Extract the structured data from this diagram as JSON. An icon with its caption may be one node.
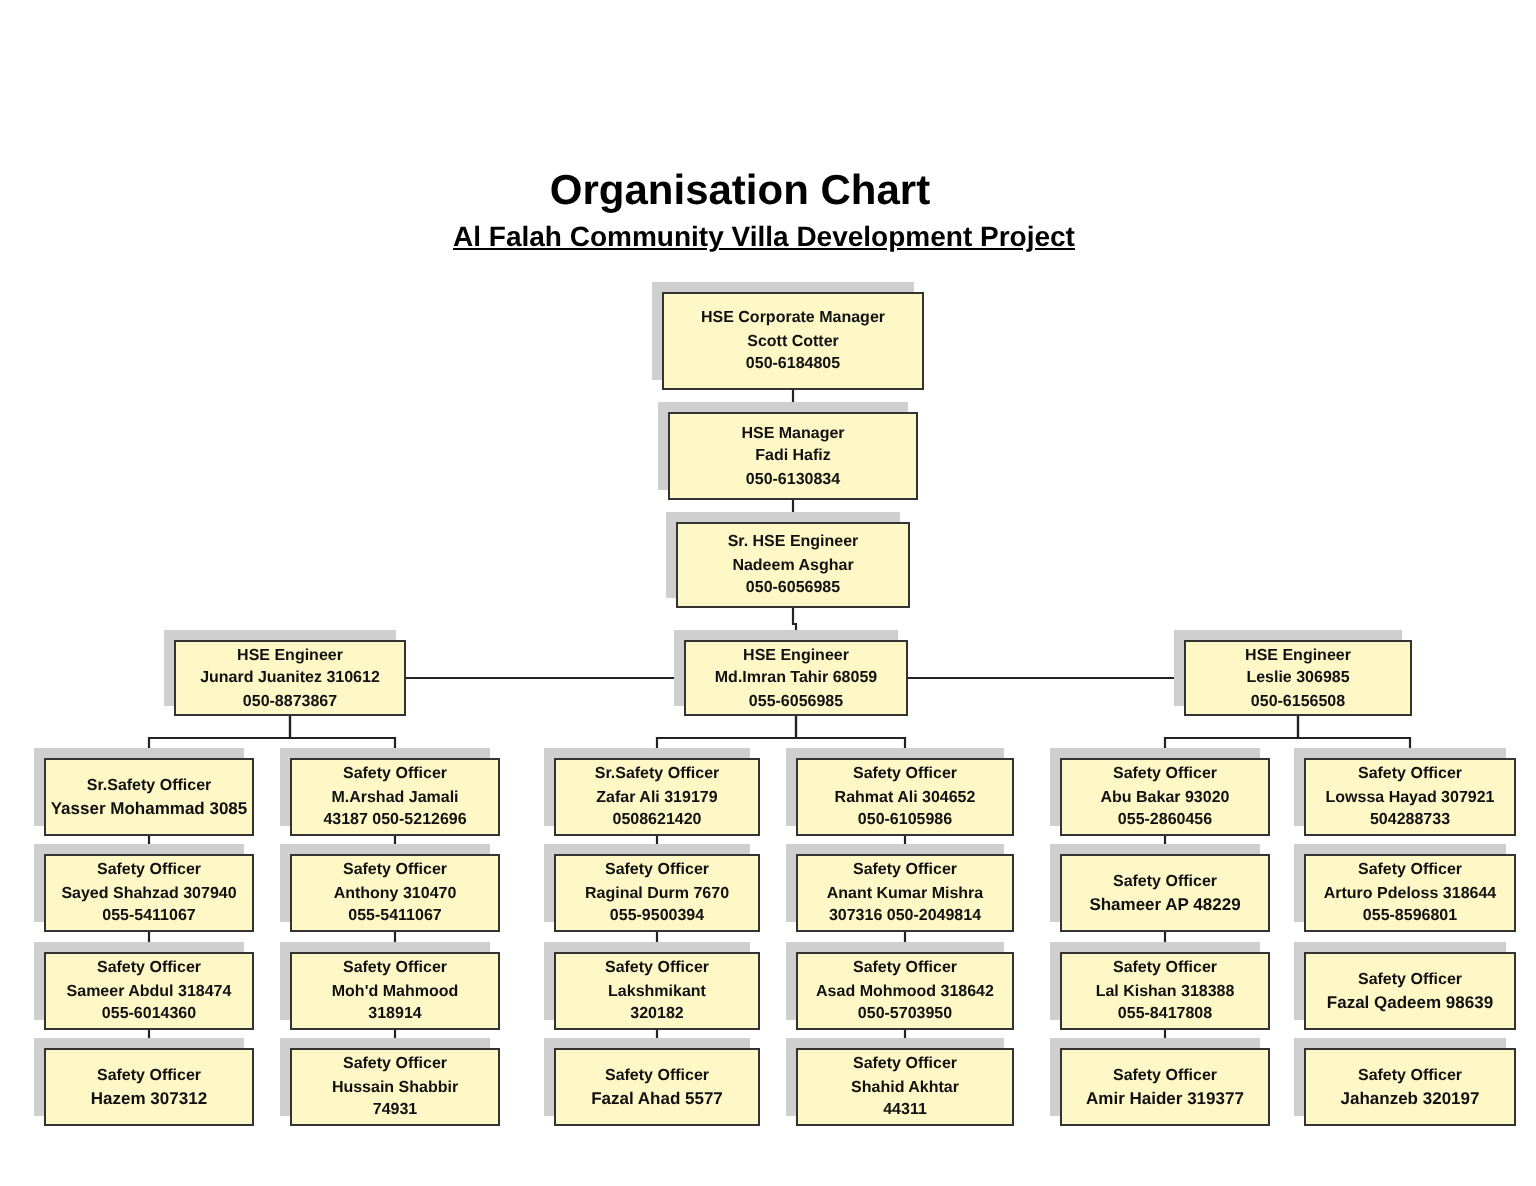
{
  "diagram": {
    "title": "Organisation Chart",
    "nodes": [
      {
        "text": [
          "HSE Corporate Manager",
          "Scott Cotter",
          "050-6184805"
        ]
      },
      {
        "text": [
          "HSE Manager",
          "Fadi Hafiz",
          "050-6130834"
        ]
      },
      {
        "text": [
          "Sr. HSE Engineer",
          "Nadeem Asghar",
          "050-6056985"
        ]
      },
      {
        "text": [
          "HSE Engineer",
          "Junard Juanitez 310612",
          "050-8873867"
        ]
      },
      {
        "text": [
          "HSE Engineer",
          "Md.Imran Tahir 68059",
          "055-6056985"
        ]
      },
      {
        "text": [
          "HSE Engineer",
          "Leslie 306985",
          "050-6156508"
        ]
      },
      {
        "text": [
          "Sr.Safety Officer",
          "Yasser Mohammad 3085"
        ]
      },
      {
        "text": [
          "Safety Officer",
          "M.Arshad Jamali",
          "43187 050-5212696"
        ]
      },
      {
        "text": [
          "Sr.Safety Officer",
          "Zafar Ali 319179",
          "0508621420"
        ]
      },
      {
        "text": [
          "Safety Officer",
          "Rahmat Ali 304652",
          "050-6105986"
        ]
      },
      {
        "text": [
          "Safety Officer",
          "Abu Bakar 93020",
          "055-2860456"
        ]
      },
      {
        "text": [
          "Safety Officer",
          "Lowssa Hayad 307921",
          "504288733"
        ]
      },
      {
        "text": [
          "Safety Officer",
          "Sayed Shahzad 307940",
          "055-5411067"
        ]
      },
      {
        "text": [
          "Safety Officer",
          "Anthony 310470",
          "055-5411067"
        ]
      },
      {
        "text": [
          "Safety Officer",
          "Raginal Durm 7670",
          "055-9500394"
        ]
      },
      {
        "text": [
          "Safety Officer",
          "Anant Kumar Mishra",
          "307316 050-2049814"
        ]
      },
      {
        "text": [
          "Safety Officer",
          "Shameer AP 48229"
        ]
      },
      {
        "text": [
          "Safety Officer",
          "Arturo Pdeloss 318644",
          "055-8596801"
        ]
      },
      {
        "text": [
          "Safety Officer",
          "Sameer Abdul 318474",
          "055-6014360"
        ]
      },
      {
        "text": [
          "Safety Officer",
          "Moh'd Mahmood",
          "318914"
        ]
      },
      {
        "text": [
          "Safety Officer",
          "Lakshmikant",
          "320182"
        ]
      },
      {
        "text": [
          "Safety Officer",
          "Asad Mohmood 318642",
          "050-5703950"
        ]
      },
      {
        "text": [
          "Safety Officer",
          "Lal Kishan 318388",
          "055-8417808"
        ]
      },
      {
        "text": [
          "Safety Officer",
          "Fazal Qadeem 98639"
        ]
      },
      {
        "text": [
          "Safety Officer",
          "Hazem 307312"
        ]
      },
      {
        "text": [
          "Safety Officer",
          "Hussain Shabbir",
          "74931"
        ]
      },
      {
        "text": [
          "Safety Officer",
          "Fazal Ahad 5577"
        ]
      },
      {
        "text": [
          "Safety Officer",
          "Shahid Akhtar",
          "44311"
        ]
      },
      {
        "text": [
          "Safety Officer",
          "Amir Haider 319377"
        ]
      },
      {
        "text": [
          "Safety Officer",
          "Jahanzeb 320197"
        ]
      }
    ],
    "edges": [
      {
        "from": 0,
        "to": 1,
        "arrow": "none"
      },
      {
        "from": 1,
        "to": 2,
        "arrow": "none"
      },
      {
        "from": 2,
        "to": 4,
        "arrow": "none"
      },
      {
        "from": 4,
        "to": 3,
        "arrow": "none"
      },
      {
        "from": 4,
        "to": 5,
        "arrow": "none"
      },
      {
        "from": 3,
        "to": 6,
        "arrow": "none"
      },
      {
        "from": 3,
        "to": 7,
        "arrow": "none"
      },
      {
        "from": 4,
        "to": 8,
        "arrow": "none"
      },
      {
        "from": 4,
        "to": 9,
        "arrow": "none"
      },
      {
        "from": 5,
        "to": 10,
        "arrow": "none"
      },
      {
        "from": 5,
        "to": 11,
        "arrow": "none"
      },
      {
        "from": 6,
        "to": 12,
        "arrow": "none"
      },
      {
        "from": 12,
        "to": 18,
        "arrow": "none"
      },
      {
        "from": 18,
        "to": 24,
        "arrow": "none"
      },
      {
        "from": 7,
        "to": 13,
        "arrow": "none"
      },
      {
        "from": 13,
        "to": 19,
        "arrow": "none"
      },
      {
        "from": 19,
        "to": 25,
        "arrow": "none"
      },
      {
        "from": 8,
        "to": 14,
        "arrow": "none"
      },
      {
        "from": 14,
        "to": 20,
        "arrow": "none"
      },
      {
        "from": 20,
        "to": 26,
        "arrow": "none"
      },
      {
        "from": 9,
        "to": 15,
        "arrow": "none"
      },
      {
        "from": 15,
        "to": 21,
        "arrow": "none"
      },
      {
        "from": 21,
        "to": 27,
        "arrow": "none"
      },
      {
        "from": 10,
        "to": 16,
        "arrow": "none"
      },
      {
        "from": 16,
        "to": 22,
        "arrow": "none"
      },
      {
        "from": 22,
        "to": 28,
        "arrow": "none"
      }
    ],
    "labels": [
      "Al Falah Community Villa Development Project"
    ]
  }
}
